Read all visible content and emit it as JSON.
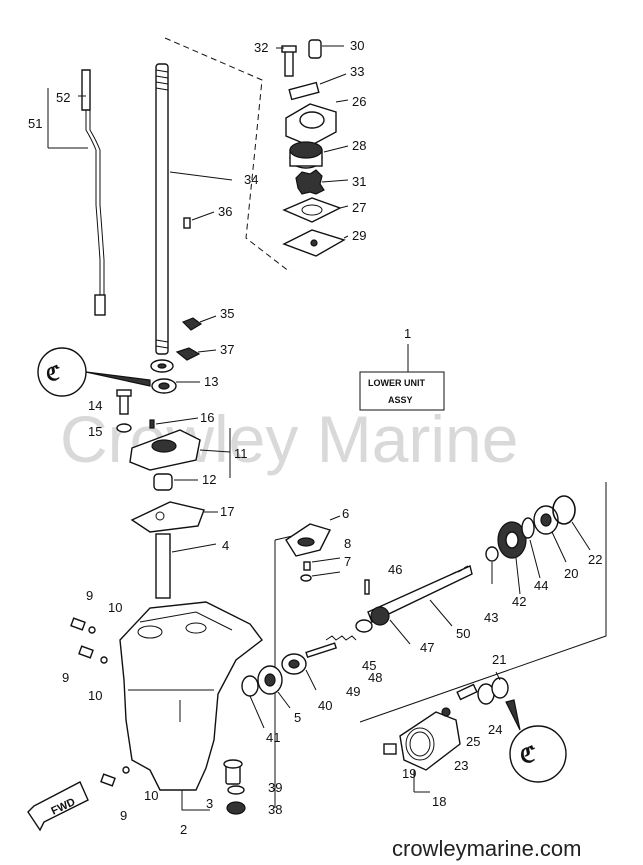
{
  "watermark": "Crowley Marine",
  "site": "crowleymarine.com",
  "assy_box": {
    "line1": "LOWER UNIT",
    "line2": "ASSY"
  },
  "fwd_label": "FWD",
  "callouts": {
    "c1": "1",
    "c2": "2",
    "c3": "3",
    "c4": "4",
    "c5": "5",
    "c6": "6",
    "c7": "7",
    "c8": "8",
    "c9a": "9",
    "c9b": "9",
    "c9c": "9",
    "c10a": "10",
    "c10b": "10",
    "c10c": "10",
    "c11": "11",
    "c12": "12",
    "c13": "13",
    "c14": "14",
    "c15": "15",
    "c16": "16",
    "c17": "17",
    "c18": "18",
    "c19": "19",
    "c20": "20",
    "c21": "21",
    "c22": "22",
    "c23": "23",
    "c24": "24",
    "c25": "25",
    "c26": "26",
    "c27": "27",
    "c28": "28",
    "c29": "29",
    "c30": "30",
    "c31": "31",
    "c32": "32",
    "c33": "33",
    "c34": "34",
    "c35": "35",
    "c36": "36",
    "c37": "37",
    "c38": "38",
    "c39": "39",
    "c40": "40",
    "c41": "41",
    "c42": "42",
    "c43": "43",
    "c44": "44",
    "c45": "45",
    "c46": "46",
    "c47": "47",
    "c48": "48",
    "c49": "49",
    "c50": "50",
    "c51": "51",
    "c52": "52"
  }
}
